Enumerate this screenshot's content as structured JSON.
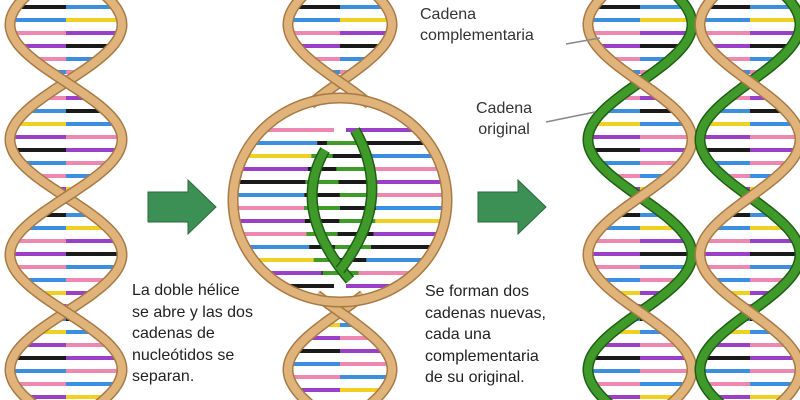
{
  "captions": {
    "separation": "La doble hélice\nse abre y las dos\ncadenas de\nnucleótidos se\nseparan.",
    "formation": "Se forman dos\ncadenas nuevas,\ncada una\ncomplementaria\nde su original."
  },
  "labels": {
    "complementary": "Cadena\ncomplementaria",
    "original": "Cadena\noriginal"
  },
  "colors": {
    "original_strand": "#e0b37a",
    "original_strand_edge": "#a77a45",
    "new_strand": "#3f9a2a",
    "new_strand_edge": "#1f5f15",
    "arrow": "#3c8f55",
    "bases": [
      "#ee88b0",
      "#3b8ee0",
      "#f0d020",
      "#9a3fc8",
      "#1a1a1a",
      "#3b8ee0",
      "#ee88b0",
      "#9a3fc8"
    ]
  },
  "icons": [
    "arrow-right-icon",
    "arrow-right-icon"
  ]
}
